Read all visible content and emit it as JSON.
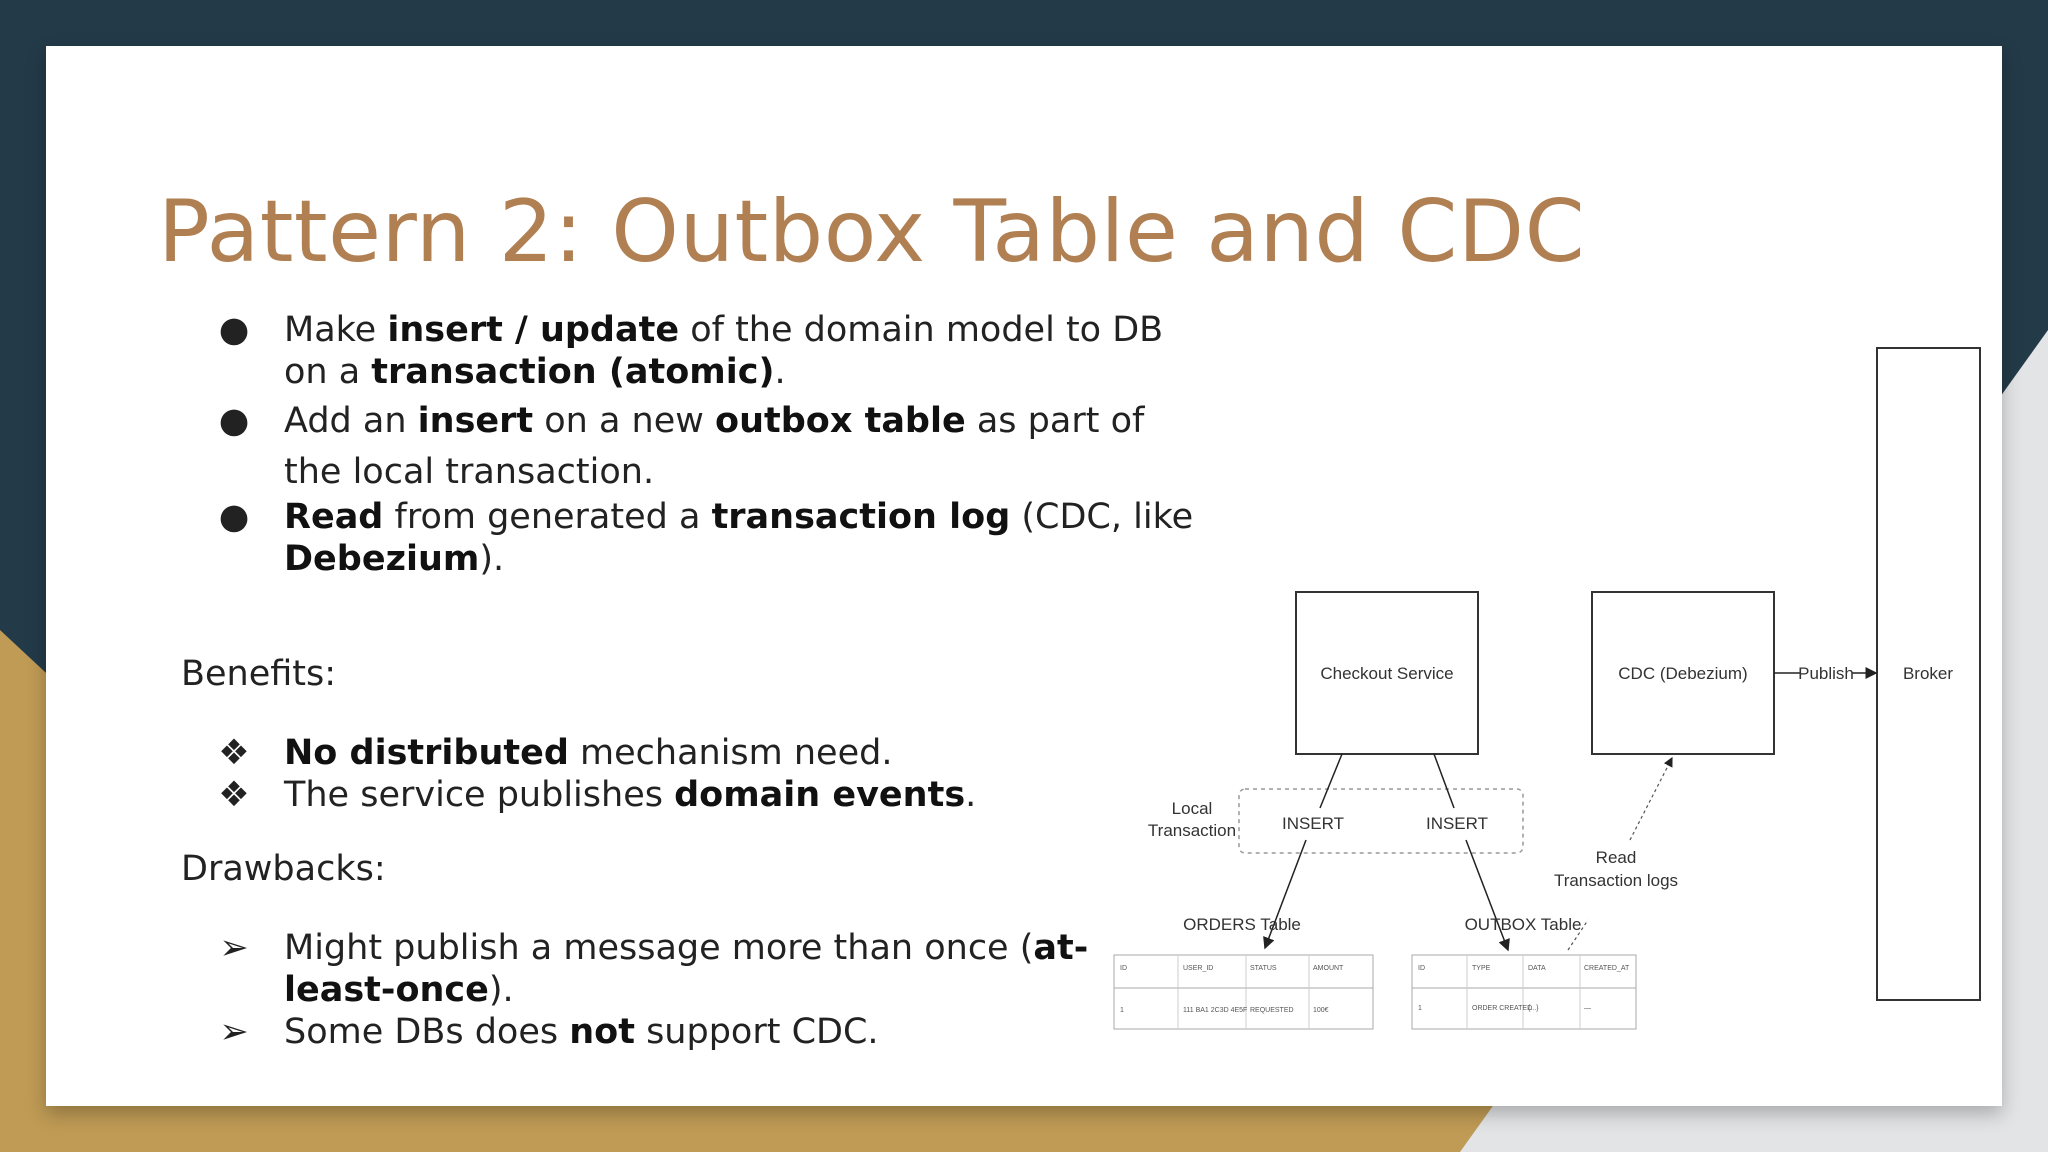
{
  "slide": {
    "title": "Pattern 2: Outbox Table and CDC",
    "bullets": [
      {
        "marker": "●",
        "lines": [
          [
            {
              "t": "Make "
            },
            {
              "t": "insert / update",
              "b": true
            },
            {
              "t": " of the domain model to DB"
            }
          ],
          [
            {
              "t": "on a "
            },
            {
              "t": "transaction (atomic)",
              "b": true
            },
            {
              "t": "."
            }
          ]
        ]
      },
      {
        "marker": "●",
        "lines": [
          [
            {
              "t": "Add an "
            },
            {
              "t": "insert",
              "b": true
            },
            {
              "t": " on a new "
            },
            {
              "t": "outbox table",
              "b": true
            },
            {
              "t": " as part of"
            }
          ],
          [
            {
              "t": "the local transaction."
            }
          ]
        ]
      },
      {
        "marker": "●",
        "lines": [
          [
            {
              "t": "Read",
              "b": true
            },
            {
              "t": " from generated a "
            },
            {
              "t": "transaction log",
              "b": true
            },
            {
              "t": " (CDC, like"
            }
          ],
          [
            {
              "t": "Debezium",
              "b": true
            },
            {
              "t": ")."
            }
          ]
        ]
      }
    ],
    "benefits_heading": "Benefits:",
    "benefits": [
      {
        "marker": "❖",
        "lines": [
          [
            {
              "t": "No distributed",
              "b": true
            },
            {
              "t": " mechanism need."
            }
          ]
        ]
      },
      {
        "marker": "❖",
        "lines": [
          [
            {
              "t": "The service publishes "
            },
            {
              "t": "domain events",
              "b": true
            },
            {
              "t": "."
            }
          ]
        ]
      }
    ],
    "drawbacks_heading": "Drawbacks:",
    "drawbacks": [
      {
        "marker": "➢",
        "lines": [
          [
            {
              "t": "Might publish a message more than once ("
            },
            {
              "t": "at-",
              "b": true
            }
          ],
          [
            {
              "t": "least-once",
              "b": true
            },
            {
              "t": ")."
            }
          ]
        ]
      },
      {
        "marker": "➢",
        "lines": [
          [
            {
              "t": "Some DBs does "
            },
            {
              "t": "not",
              "b": true
            },
            {
              "t": " support CDC."
            }
          ]
        ]
      }
    ]
  },
  "diagram": {
    "checkout_service": "Checkout Service",
    "cdc": "CDC (Debezium)",
    "broker": "Broker",
    "publish_label": "Publish",
    "local_transaction": [
      "Local",
      "Transaction"
    ],
    "insert_left": "INSERT",
    "insert_right": "INSERT",
    "read_logs": [
      "Read",
      "Transaction logs"
    ],
    "orders_table": {
      "caption": "ORDERS Table",
      "headers": [
        "ID",
        "USER_ID",
        "STATUS",
        "AMOUNT"
      ],
      "row": [
        "1",
        "111 BA1 2C3D 4E5F",
        "REQUESTED",
        "100€"
      ]
    },
    "outbox_table": {
      "caption": "OUTBOX Table",
      "headers": [
        "ID",
        "TYPE",
        "DATA",
        "CREATED_AT"
      ],
      "row": [
        "1",
        "ORDER CREATED",
        "{...}",
        "—"
      ]
    }
  },
  "colors": {
    "title": "#b07f52",
    "background_dark": "#233a48",
    "background_gold": "#bf9b55",
    "local_transaction_text": "#3c9a3c"
  }
}
